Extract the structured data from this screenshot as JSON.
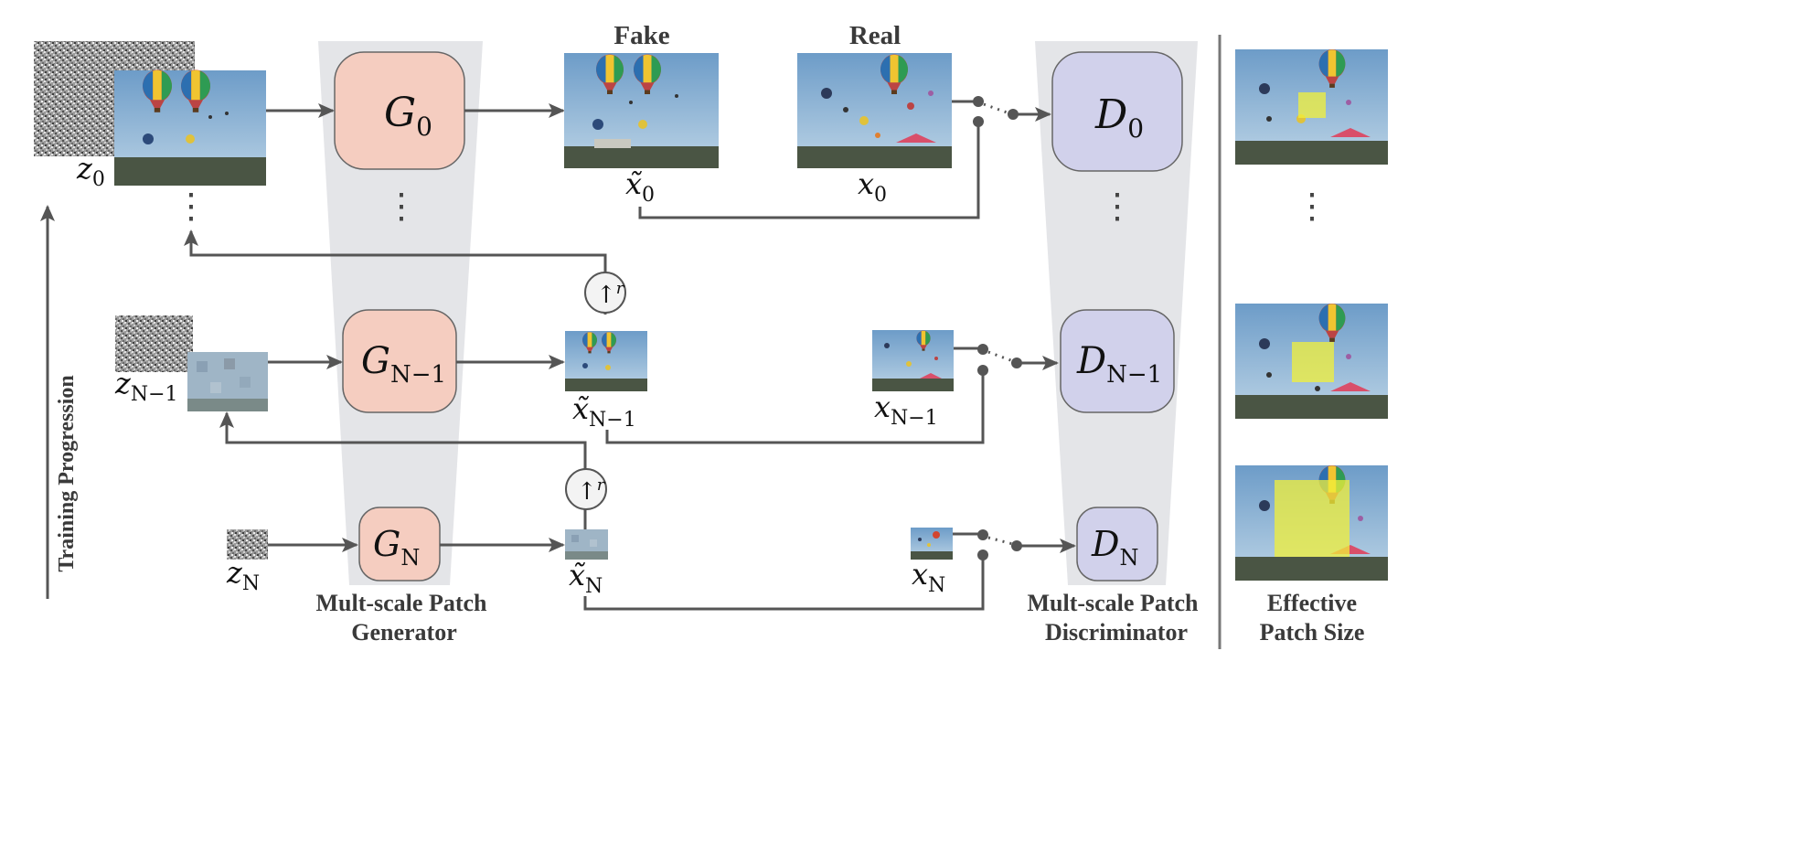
{
  "headers": {
    "fake": "Fake",
    "real": "Real"
  },
  "generator": {
    "caption_line1": "Mult-scale Patch",
    "caption_line2": "Generator",
    "nodes": [
      {
        "letter": "G",
        "sub": "0"
      },
      {
        "letter": "G",
        "sub": "N−1"
      },
      {
        "letter": "G",
        "sub": "N"
      }
    ]
  },
  "discriminator": {
    "caption_line1": "Mult-scale Patch",
    "caption_line2": "Discriminator",
    "nodes": [
      {
        "letter": "D",
        "sub": "0"
      },
      {
        "letter": "D",
        "sub": "N−1"
      },
      {
        "letter": "D",
        "sub": "N"
      }
    ]
  },
  "noise_labels": [
    {
      "letter": "z",
      "sub": "0"
    },
    {
      "letter": "z",
      "sub": "N−1"
    },
    {
      "letter": "z",
      "sub": "N"
    }
  ],
  "fake_labels": [
    {
      "letter": "x̃",
      "sub": "0"
    },
    {
      "letter": "x̃",
      "sub": "N−1"
    },
    {
      "letter": "x̃",
      "sub": "N"
    }
  ],
  "real_labels": [
    {
      "letter": "x",
      "sub": "0"
    },
    {
      "letter": "x",
      "sub": "N−1"
    },
    {
      "letter": "x",
      "sub": "N"
    }
  ],
  "upsample": {
    "arrow": "↑",
    "sup": "r"
  },
  "training_progression": "Training Progression",
  "effective_patch": {
    "caption_line1": "Effective",
    "caption_line2": "Patch Size"
  },
  "ellipsis": "⋮",
  "colors": {
    "generator_fill": "#f5cdc0",
    "discriminator_fill": "#d1d1eb",
    "trapezoid_fill": "#e4e5e8",
    "sky_top": "#6d9cc8",
    "sky_bottom": "#bcd4e6",
    "crowd": "#4a5544",
    "patch_yellow": "#f2f03a"
  }
}
